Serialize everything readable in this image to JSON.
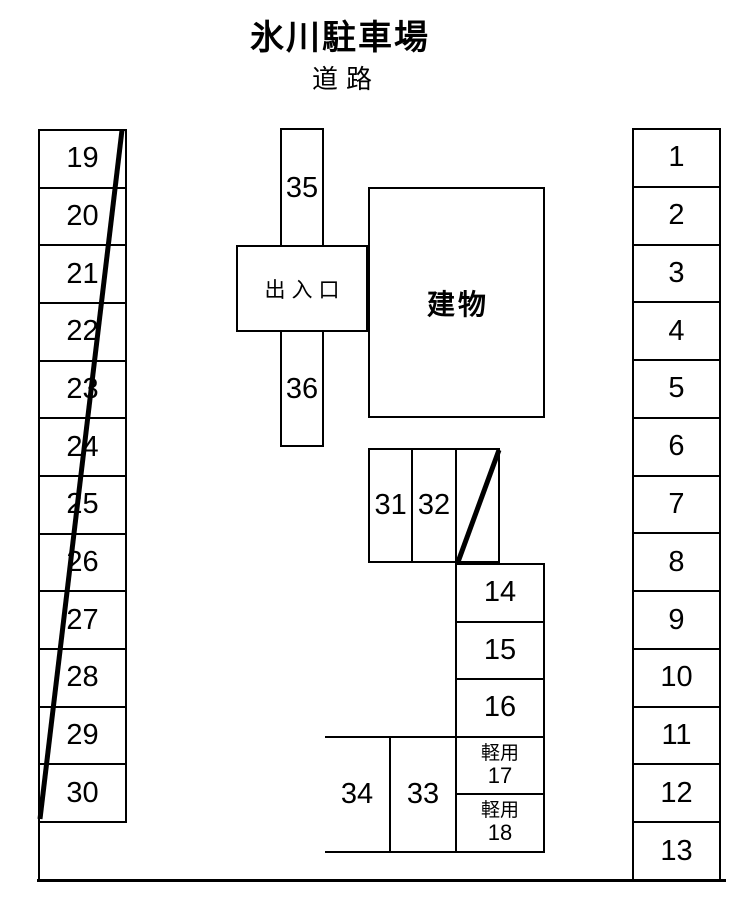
{
  "title": "氷川駐車場",
  "road_label": "道路",
  "left_column": {
    "spaces": [
      "19",
      "20",
      "21",
      "22",
      "23",
      "24",
      "25",
      "26",
      "27",
      "28",
      "29",
      "30"
    ],
    "crossed_out": true
  },
  "right_column": {
    "spaces": [
      "1",
      "2",
      "3",
      "4",
      "5",
      "6",
      "7",
      "8",
      "9",
      "10",
      "11",
      "12",
      "13"
    ]
  },
  "strip": {
    "top_space": "35",
    "bottom_space": "36"
  },
  "entrance": {
    "label": "出入口"
  },
  "building": {
    "label": "建物"
  },
  "middle_row": {
    "spaces": [
      "31",
      "32"
    ],
    "third_cell_crossed_out": true
  },
  "mid_column": {
    "spaces": [
      "14",
      "15",
      "16"
    ],
    "light": [
      {
        "tag": "軽用",
        "num": "17"
      },
      {
        "tag": "軽用",
        "num": "18"
      }
    ]
  },
  "bottom_row": {
    "spaces": [
      "34",
      "33"
    ]
  },
  "colors": {
    "line": "#000000",
    "background": "#ffffff"
  }
}
